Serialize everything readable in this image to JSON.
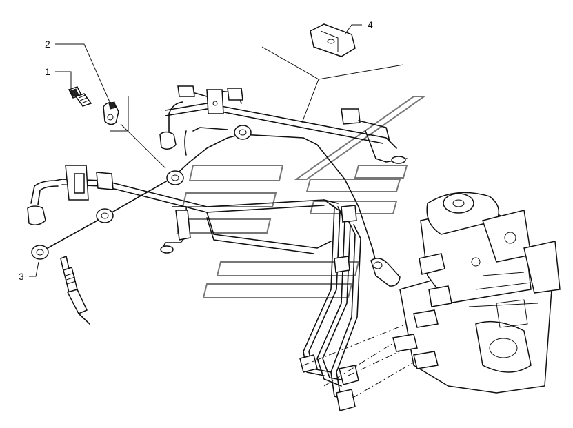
{
  "callouts": [
    {
      "id": "1",
      "label": "1"
    },
    {
      "id": "2",
      "label": "2"
    },
    {
      "id": "3",
      "label": "3"
    },
    {
      "id": "4",
      "label": "4"
    }
  ],
  "colors": {
    "line": "#111111",
    "watermark": "#777777",
    "background": "#ffffff"
  }
}
